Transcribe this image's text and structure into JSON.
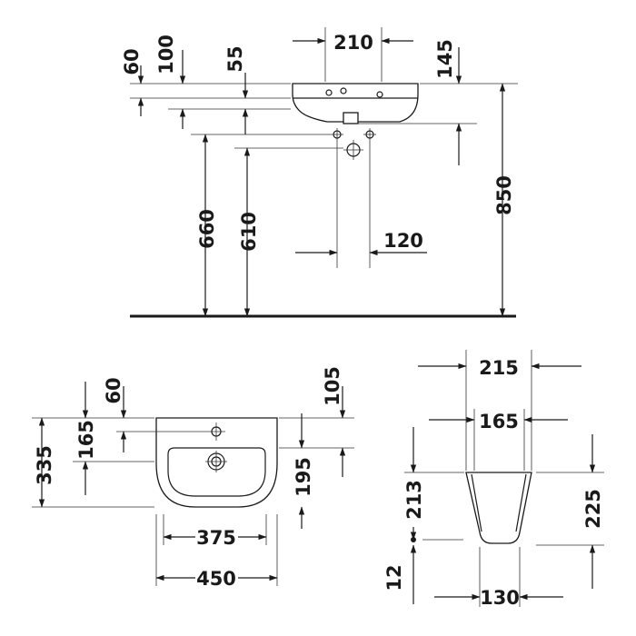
{
  "side_view": {
    "dims": {
      "d60": "60",
      "d100": "100",
      "d55": "55",
      "d210": "210",
      "d145": "145",
      "d660": "660",
      "d610": "610",
      "d120": "120",
      "d850": "850"
    }
  },
  "top_view": {
    "dims": {
      "d60": "60",
      "d105": "105",
      "d165": "165",
      "d335": "335",
      "d195": "195",
      "d375": "375",
      "d450": "450"
    }
  },
  "pedestal_view": {
    "dims": {
      "d215": "215",
      "d165": "165",
      "d213": "213",
      "d225": "225",
      "d12": "12",
      "d130": "130"
    }
  }
}
